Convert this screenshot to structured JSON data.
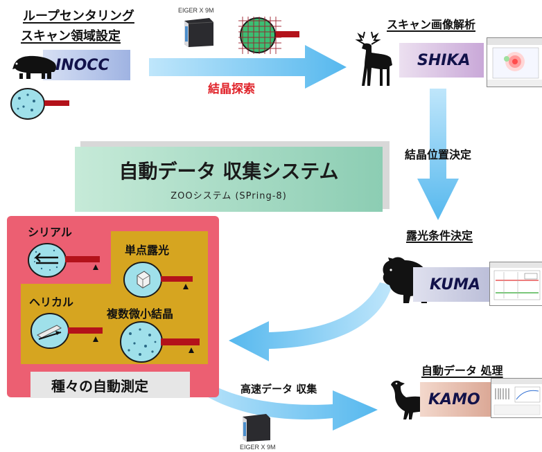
{
  "inocc": {
    "title_line1": "ループセンタリング",
    "title_line2": "スキャン領域設定",
    "label": "INOCC"
  },
  "eiger_top": "EIGER X 9M",
  "search_arrow": "結晶探索",
  "shika": {
    "title": "スキャン画像解析",
    "label": "SHIKA"
  },
  "position_arrow": "結晶位置決定",
  "zoo": {
    "title": "自動データ 収集システム",
    "subtitle": "ZOOシステム (SPring-8)"
  },
  "kuma": {
    "title": "露光条件決定",
    "label": "KUMA"
  },
  "modes": {
    "serial": "シリアル",
    "single": "単点露光",
    "helical": "ヘリカル",
    "multi": "複数微小結晶",
    "footer": "種々の自動測定"
  },
  "collect_arrow": "高速データ 収集",
  "eiger_bottom": "EIGER X 9M",
  "kamo": {
    "title": "自動データ 処理",
    "label": "KAMO"
  },
  "colors": {
    "arrow": "#74c6f2",
    "pink": "#ec5f72",
    "gold": "#d6a520",
    "zoo": "#a5d9c3",
    "search_text": "#e0232a"
  },
  "icons": [
    "boar-icon",
    "deer-icon",
    "bear-icon",
    "duck-icon",
    "detector-icon",
    "crystal-loop-icon"
  ]
}
